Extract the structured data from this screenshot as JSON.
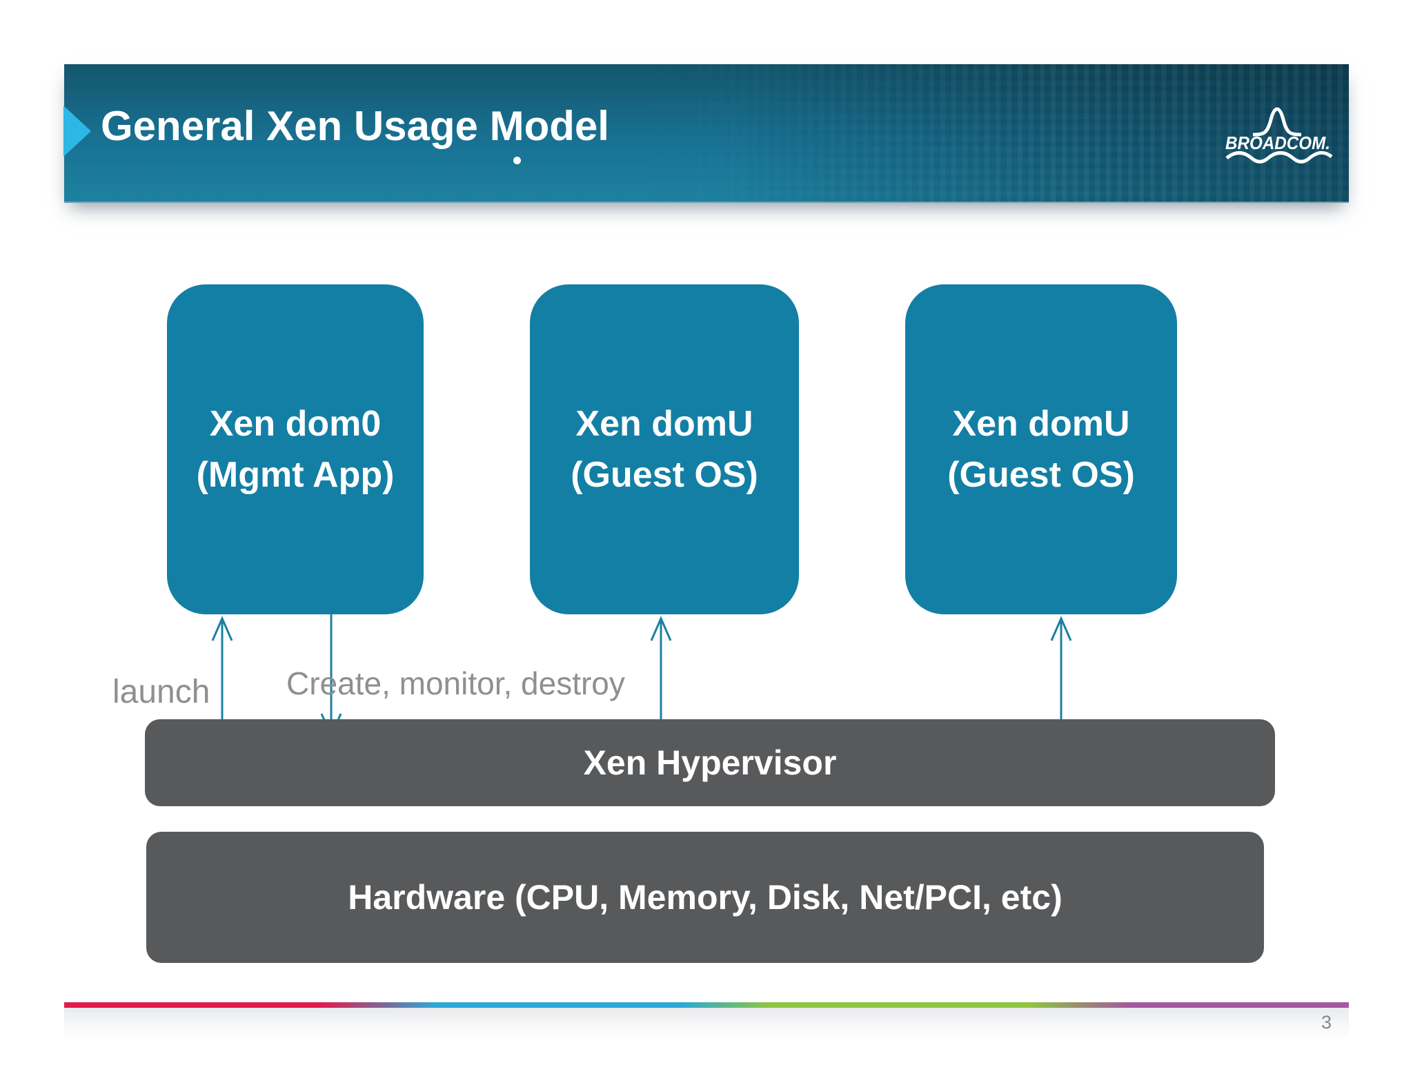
{
  "slide": {
    "title": "General Xen Usage Model",
    "page_number": "3"
  },
  "logo": {
    "text": "BROADCOM."
  },
  "diagram": {
    "boxes": [
      {
        "line1": "Xen dom0",
        "line2": "(Mgmt App)"
      },
      {
        "line1": "Xen domU",
        "line2": "(Guest OS)"
      },
      {
        "line1": "Xen domU",
        "line2": "(Guest OS)"
      }
    ],
    "arrow_labels": {
      "launch": "launch",
      "create": "Create, monitor, destroy"
    },
    "layers": [
      {
        "label": "Xen Hypervisor"
      },
      {
        "label": "Hardware (CPU, Memory, Disk, Net/PCI, etc)"
      }
    ]
  },
  "colors": {
    "box_teal": "#137fa4",
    "layer_gray": "#58595b",
    "arrow_teal": "#1b80a2",
    "chevron_blue": "#2eb7e4",
    "header_gradient_top": "#14566c",
    "header_gradient_bottom": "#1e81a0",
    "label_gray": "#8e8f91",
    "footer_line_colors": [
      "#e21b4d",
      "#2aa9d8",
      "#8fc640",
      "#a4589d"
    ],
    "page_number_gray": "#85878a"
  }
}
